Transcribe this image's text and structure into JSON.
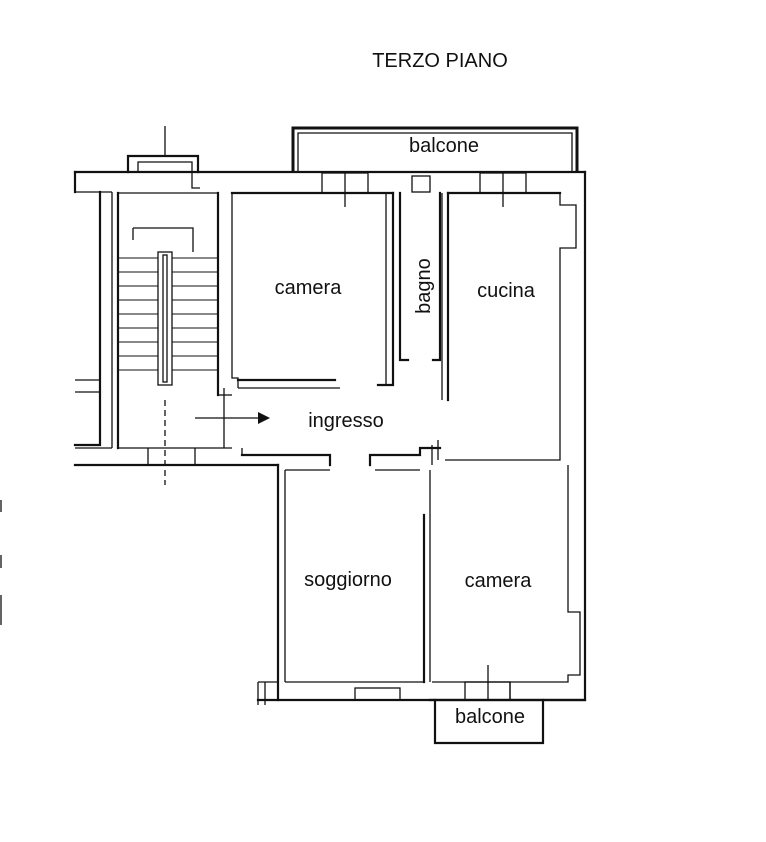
{
  "title": "TERZO PIANO",
  "rooms": {
    "balcone_top": "balcone",
    "camera_1": "camera",
    "bagno": "bagno",
    "cucina": "cucina",
    "ingresso": "ingresso",
    "soggiorno": "soggiorno",
    "camera_2": "camera",
    "balcone_bottom": "balcone"
  }
}
